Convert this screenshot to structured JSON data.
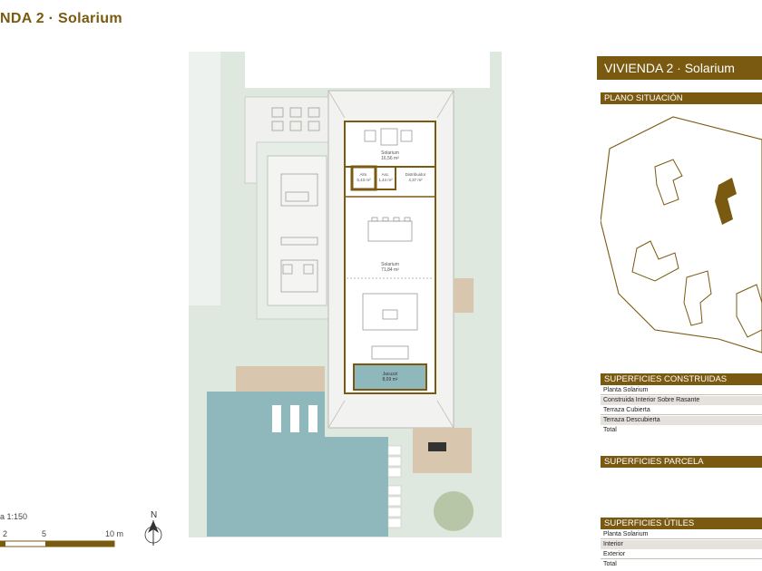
{
  "header": {
    "title": "NDA 2 · Solarium"
  },
  "plan": {
    "rooms": [
      {
        "name": "Solarium",
        "area": "16,56 m²"
      },
      {
        "name": "Alm.",
        "area": "5,43 m²"
      },
      {
        "name": "Asc.",
        "area": "1,44 m²"
      },
      {
        "name": "Distribuidor",
        "area": "4,37 m²"
      },
      {
        "name": "Solarium",
        "area": "71,84 m²"
      },
      {
        "name": "Jacuzzi",
        "area": "8,09 m²"
      }
    ]
  },
  "scale": {
    "label": "a 1:150",
    "ticks": [
      "2",
      "5",
      "10 m"
    ],
    "north": "N"
  },
  "panel": {
    "title": "VIVIENDA 2 · Solarium",
    "situacion": "PLANO SITUACIÓN",
    "construidas": {
      "header": "SUPERFICIES CONSTRUIDAS",
      "rows": [
        "Planta Solarium",
        "Construida Interior Sobre Rasante",
        "Terraza Cubierta",
        "Terraza Descubierta",
        "Total"
      ]
    },
    "parcela": {
      "header": "SUPERFICIES PARCELA"
    },
    "utiles": {
      "header": "SUPERFICIES ÚTILES",
      "rows": [
        "Planta Solarium",
        "Interior",
        "Exterior",
        "Total"
      ]
    }
  },
  "colors": {
    "accent": "#7a5a10",
    "green": "#dfe8df",
    "pool": "#8fb8bd",
    "wood": "#d8c6ae"
  }
}
